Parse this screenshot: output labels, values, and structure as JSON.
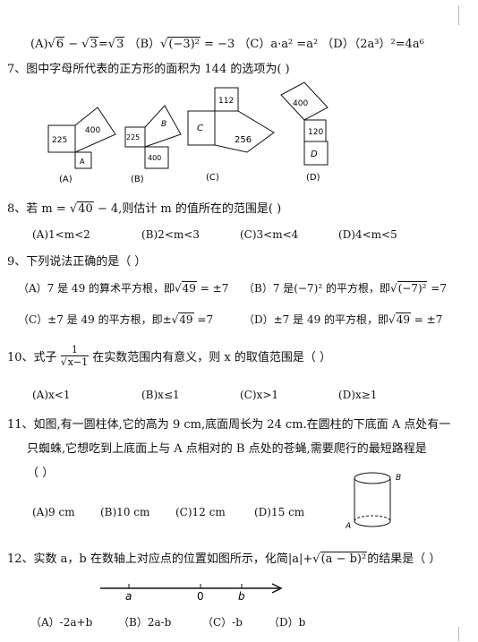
{
  "line0": {
    "a": "(A)",
    "a_r1": "6",
    "a_minus": "−",
    "a_r2": "3",
    "a_eq": "=",
    "a_r3": "3",
    "b": "（B）",
    "b_rad": "(−3)²",
    "b_eq": "= −3",
    "c": "（C）a·a² =a²",
    "d": "（D）（2a³）²=4a⁶"
  },
  "q7": {
    "text": "7、图中字母所代表的正方形的面积为 144 的选项为(        )",
    "figs": {
      "A": {
        "n1": "225",
        "n2": "400",
        "n3": "A",
        "cap": "(A)"
      },
      "B": {
        "n1": "225",
        "n2": "B",
        "n3": "400",
        "cap": "(B)"
      },
      "C": {
        "n1": "112",
        "n2": "C",
        "n3": "256",
        "cap": "(C)"
      },
      "D": {
        "n1": "400",
        "n2": "120",
        "n3": "D",
        "cap": "(D)"
      }
    }
  },
  "q8": {
    "pre": "8、若 m = ",
    "rad": "40",
    "post": " − 4,则估计 m 的值所在的范围是(        )",
    "opts": [
      "(A)1<m<2",
      "(B)2<m<3",
      "(C)3<m<4",
      "(D)4<m<5"
    ]
  },
  "q9": {
    "text": "9、下列说法正确的是（          ）",
    "a_pre": "（A）7 是 49 的算术平方根，即",
    "a_rad": "49",
    "a_post": " = ±7",
    "b_pre": "（B）7 是(−7)² 的平方根，即",
    "b_rad": "(−7)²",
    "b_post": " =7",
    "c_pre": "（C）±7 是 49 的平方根，即±",
    "c_rad": "49",
    "c_post": " =7",
    "d_pre": "（D）±7 是 49 的平方根，即",
    "d_rad": "49",
    "d_post": " = ±7"
  },
  "q10": {
    "pre": "10、式子",
    "num": "1",
    "den": "x−1",
    "post": "在实数范围内有意义，则 x 的取值范围是（        ）",
    "opts": [
      "(A)x<1",
      "(B)x≤1",
      "(C)x>1",
      "(D)x≥1"
    ]
  },
  "q11": {
    "l1": "11、如图,有一圆柱体,它的高为 9 cm,底面周长为 24 cm.在圆柱的下底面 A 点处有一",
    "l2": "只蜘蛛,它想吃到上底面上与 A 点相对的 B 点处的苍蝇,需要爬行的最短路程是",
    "l3": "（        ）",
    "opts": [
      "(A)9  cm",
      "(B)10  cm",
      "(C)12  cm",
      "(D)15  cm"
    ],
    "ptA": "A",
    "ptB": "B"
  },
  "q12": {
    "pre": "12、实数 a，b 在数轴上对应点的位置如图所示，化简|a|+",
    "rad": "(a − b)²",
    "post": "的结果是（        ）",
    "axis": {
      "a": "a",
      "zero": "0",
      "b": "b"
    },
    "opts": [
      "（A）-2a+b",
      "（B）2a-b",
      "（C）-b",
      "（D）b"
    ]
  }
}
